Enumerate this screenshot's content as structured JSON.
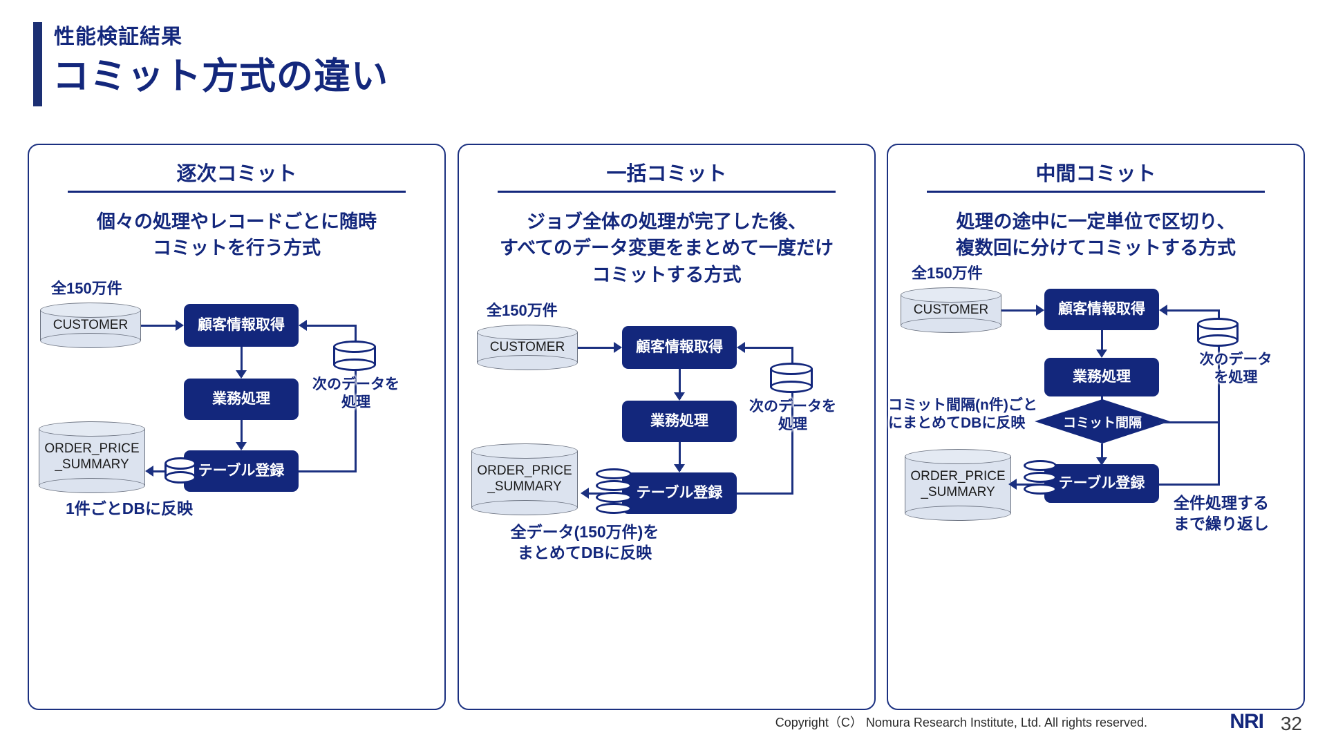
{
  "header": {
    "eyebrow": "性能検証結果",
    "title": "コミット方式の違い"
  },
  "panels": [
    {
      "title": "逐次コミット",
      "description": "個々の処理やレコードごとに随時\nコミットを行う方式",
      "source_cap": "全150万件",
      "source_db": "CUSTOMER",
      "target_db": "ORDER_PRICE\n_SUMMARY",
      "steps": [
        "顧客情報取得",
        "業務処理",
        "テーブル登録"
      ],
      "loop_note": "次のデータを\n処理",
      "caption": "1件ごとDBに反映"
    },
    {
      "title": "一括コミット",
      "description": "ジョブ全体の処理が完了した後、\nすべてのデータ変更をまとめて一度だけ\nコミットする方式",
      "source_cap": "全150万件",
      "source_db": "CUSTOMER",
      "target_db": "ORDER_PRICE\n_SUMMARY",
      "steps": [
        "顧客情報取得",
        "業務処理",
        "テーブル登録"
      ],
      "loop_note": "次のデータを\n処理",
      "caption": "全データ(150万件)を\nまとめてDBに反映"
    },
    {
      "title": "中間コミット",
      "description": "処理の途中に一定単位で区切り、\n複数回に分けてコミットする方式",
      "source_cap": "全150万件",
      "source_db": "CUSTOMER",
      "target_db": "ORDER_PRICE\n_SUMMARY",
      "steps": [
        "顧客情報取得",
        "業務処理",
        "テーブル登録"
      ],
      "decision": "コミット間隔",
      "loop_note": "次のデータ\nを処理",
      "left_note": "コミット間隔(n件)ごと\nにまとめてDBに反映",
      "caption": "全件処理する\nまで繰り返し"
    }
  ],
  "footer": {
    "copyright": "Copyright（C）  Nomura Research Institute, Ltd. All rights reserved.",
    "logo": "NRI",
    "page": "32"
  },
  "colors": {
    "brand": "#13277c",
    "box_fill": "#13277c",
    "cylinder_fill": "#dce3ef",
    "line": "#1b3080"
  }
}
